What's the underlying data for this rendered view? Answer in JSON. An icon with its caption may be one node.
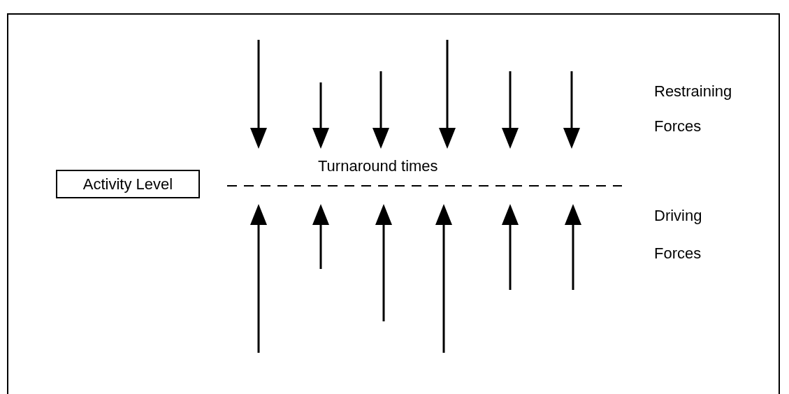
{
  "diagram": {
    "nodes": [
      {
        "text": [
          "Activity Level"
        ]
      }
    ],
    "labels": [
      "Restraining Forces",
      "Turnaround times",
      "Driving Forces"
    ]
  }
}
